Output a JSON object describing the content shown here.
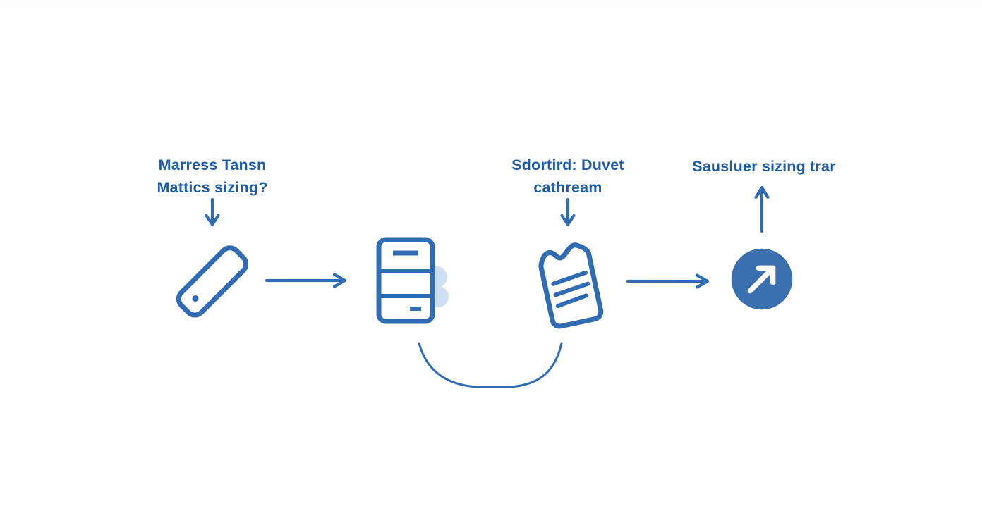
{
  "page": {
    "background": "#ffffff"
  },
  "diagram": {
    "colors": {
      "stroke": "#2f6cb4",
      "text": "#1d5ca8",
      "light_fill": "#cfdff4",
      "circle_fill": "#3a6fb0",
      "arrow": "#2f6cb4"
    },
    "nodes": {
      "input_label": {
        "line1": "Marress Tansn",
        "line2": "Mattics sizing?"
      },
      "process_label": {
        "line1": "Sdortird: Duvet",
        "line2": "cathream"
      },
      "result_label": {
        "line1": "Sausluer sizing trar"
      }
    },
    "icons": {
      "step1": "tag-icon",
      "step2": "server-icon",
      "step3": "document-icon",
      "step4": "arrow-up-circle-icon",
      "connectors": [
        "down-arrow-icon",
        "right-arrow-icon",
        "down-arrow-icon",
        "right-arrow-icon",
        "up-arrow-icon",
        "curve-connector"
      ]
    }
  }
}
